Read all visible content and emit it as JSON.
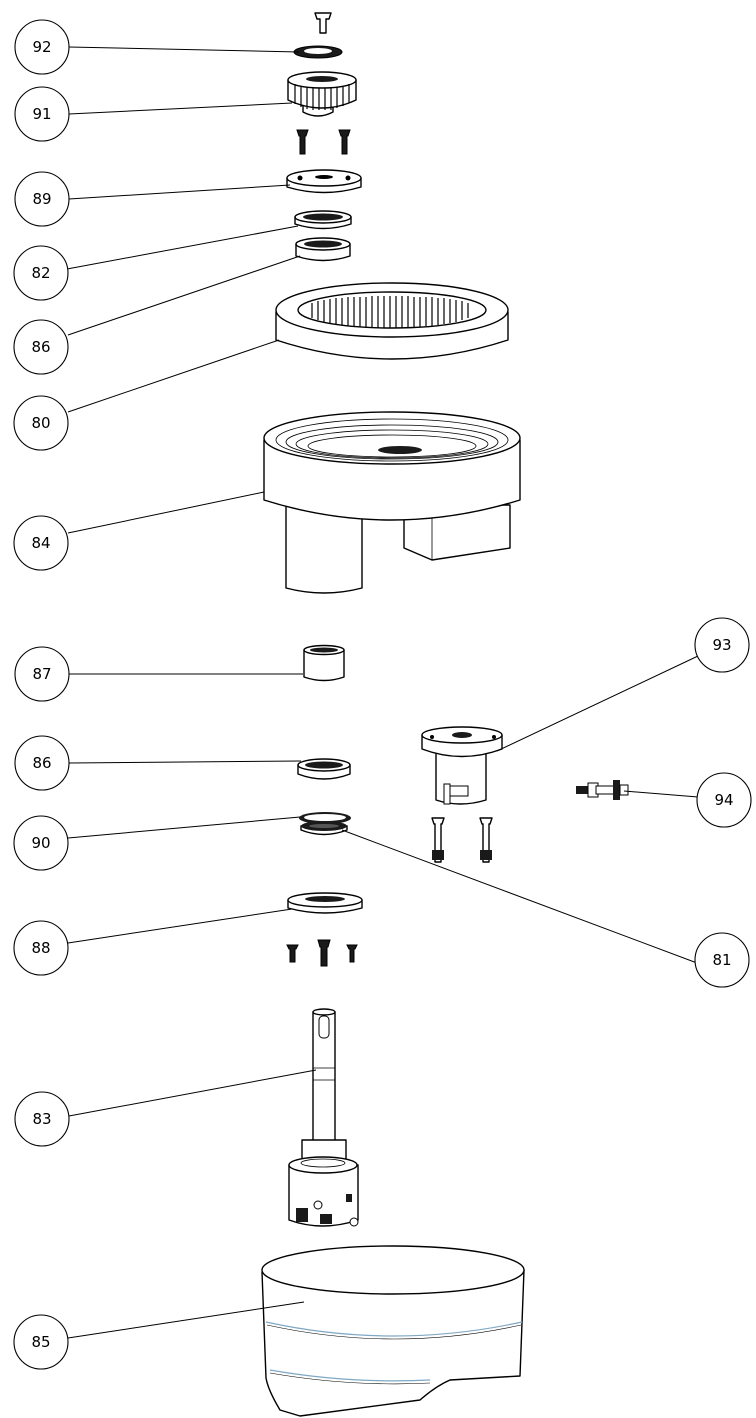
{
  "callouts": [
    {
      "id": "c92",
      "label": "92"
    },
    {
      "id": "c91",
      "label": "91"
    },
    {
      "id": "c89",
      "label": "89"
    },
    {
      "id": "c82",
      "label": "82"
    },
    {
      "id": "c86a",
      "label": "86"
    },
    {
      "id": "c80",
      "label": "80"
    },
    {
      "id": "c84",
      "label": "84"
    },
    {
      "id": "c87",
      "label": "87"
    },
    {
      "id": "c93",
      "label": "93"
    },
    {
      "id": "c86b",
      "label": "86"
    },
    {
      "id": "c94",
      "label": "94"
    },
    {
      "id": "c90",
      "label": "90"
    },
    {
      "id": "c88",
      "label": "88"
    },
    {
      "id": "c81",
      "label": "81"
    },
    {
      "id": "c83",
      "label": "83"
    },
    {
      "id": "c85",
      "label": "85"
    }
  ],
  "colors": {
    "line": "#000000",
    "background": "#ffffff",
    "accent": "#3399cc"
  }
}
